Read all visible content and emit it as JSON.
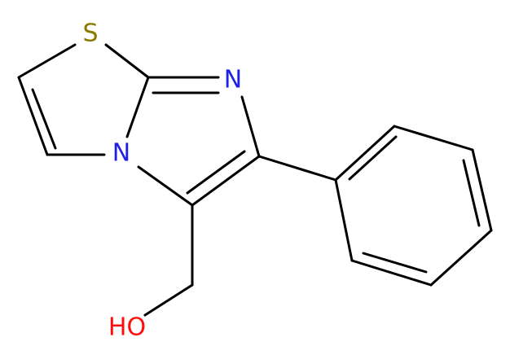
{
  "molecule": {
    "atoms": {
      "sulfur": {
        "label": "S",
        "color": "#8c7a00"
      },
      "nitrogen_imine": {
        "label": "N",
        "color": "#1f1fe6"
      },
      "nitrogen_bridge": {
        "label": "N",
        "color": "#1f1fe6"
      },
      "hydroxyl": {
        "label": "HO",
        "color": "#ff0d0d"
      }
    },
    "bond_color": "#000000"
  }
}
